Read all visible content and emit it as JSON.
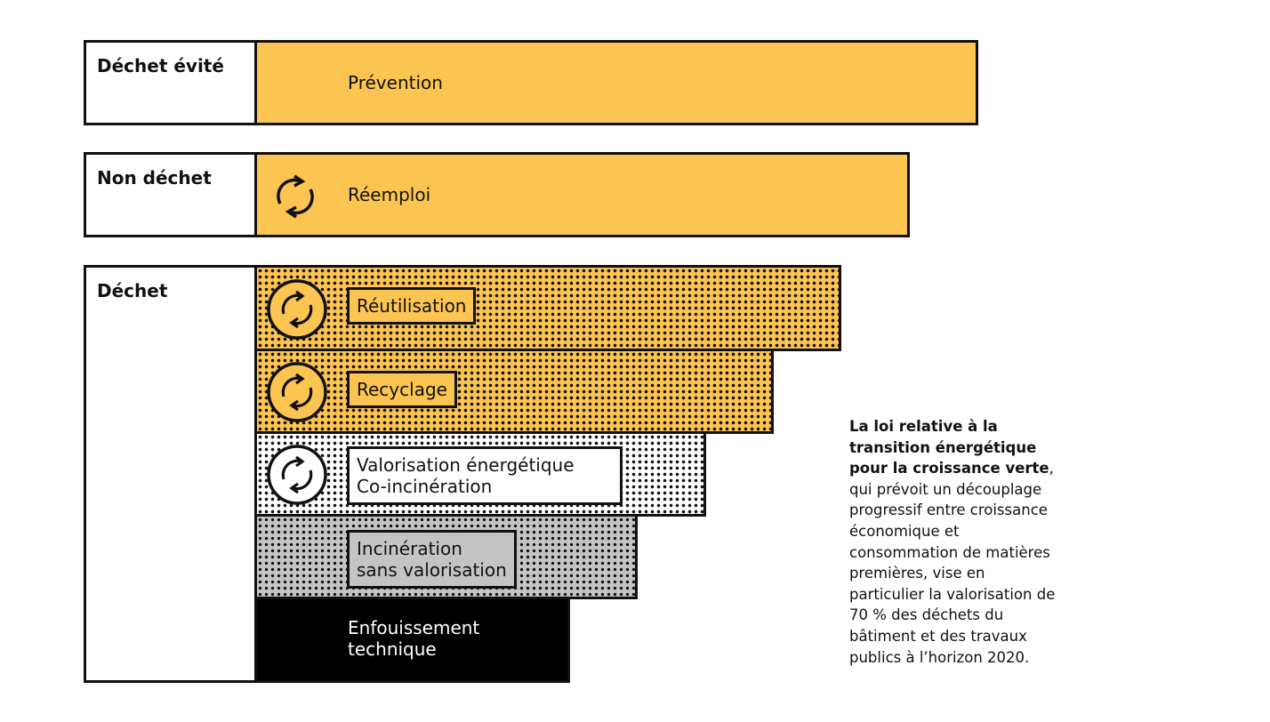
{
  "title": "Hiérarchie des modes de traitement des déchets",
  "categories": [
    {
      "id": "avoided",
      "label": "Déchet évité"
    },
    {
      "id": "non_waste",
      "label": "Non déchet"
    },
    {
      "id": "waste",
      "label": "Déchet"
    }
  ],
  "levels": [
    {
      "name": "Prévention",
      "category": "Déchet évité",
      "fill": "#fcc450",
      "pattern": "solid",
      "icon": "none"
    },
    {
      "name": "Réemploi",
      "category": "Non déchet",
      "fill": "#fcc450",
      "pattern": "solid",
      "icon": "cycle-arrows-icon"
    },
    {
      "name": "Réutilisation",
      "category": "Déchet",
      "fill": "#fcc450",
      "pattern": "dots",
      "icon": "cycle-arrows-icon"
    },
    {
      "name": "Recyclage",
      "category": "Déchet",
      "fill": "#fcc450",
      "pattern": "dots",
      "icon": "cycle-arrows-icon"
    },
    {
      "name_line1": "Valorisation énergétique",
      "name_line2": "Co-incinération",
      "category": "Déchet",
      "fill": "#ffffff",
      "pattern": "dots",
      "icon": "cycle-arrows-icon"
    },
    {
      "name_line1": "Incinération",
      "name_line2": "sans valorisation",
      "category": "Déchet",
      "fill": "#c4c4c4",
      "pattern": "dots",
      "icon": "none"
    },
    {
      "name_line1": "Enfouissement",
      "name_line2": "technique",
      "category": "Déchet",
      "fill": "#000000",
      "pattern": "solid",
      "icon": "none"
    }
  ],
  "note": {
    "bold": "La loi relative à la transition énergétique pour la croissance verte",
    "rest": ", qui prévoit un découplage progressif entre croissance économique et consommation de matières premières, vise en particulier la valorisation de 70 % des déchets du bâtiment et des travaux publics à l’horizon 2020."
  },
  "colors": {
    "accent": "#fcc450",
    "ink": "#111111",
    "grey": "#c4c4c4"
  }
}
